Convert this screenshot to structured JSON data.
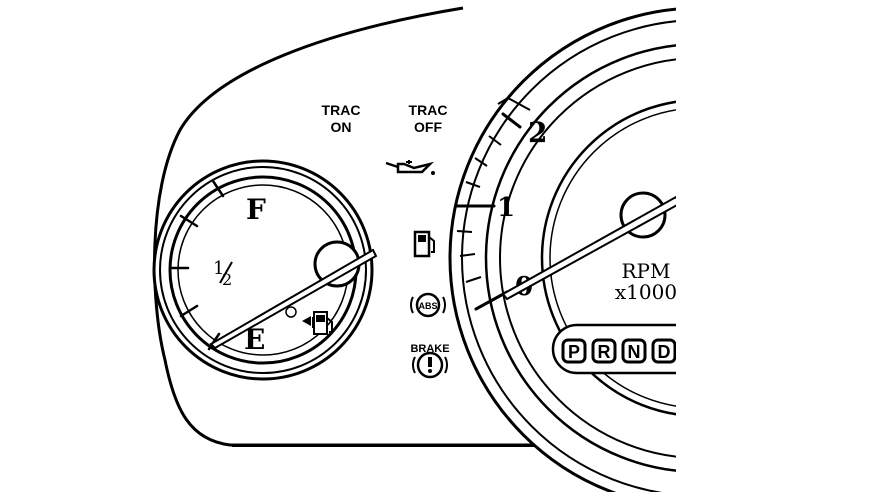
{
  "fuel_gauge": {
    "full_label": "F",
    "half_label": "1/2",
    "half_num": "1",
    "half_den": "2",
    "empty_label": "E",
    "fill_level": 0.0,
    "pump_icon": "fuel-pump-arrow-icon"
  },
  "indicators": {
    "trac_on": {
      "line1": "TRAC",
      "line2": "ON"
    },
    "trac_off": {
      "line1": "TRAC",
      "line2": "OFF"
    },
    "oil_icon": "oil-can-icon",
    "fuel_icon": "fuel-pump-icon",
    "abs_label": "ABS",
    "brake_label": "BRAKE",
    "brake_icon": "brake-warning-icon"
  },
  "tachometer": {
    "tick_labels": [
      "0",
      "1",
      "2"
    ],
    "unit_line1": "RPM",
    "unit_line2": "x1000",
    "value_rpm_x1000": 0
  },
  "gear_selector": [
    "P",
    "R",
    "N",
    "D"
  ]
}
